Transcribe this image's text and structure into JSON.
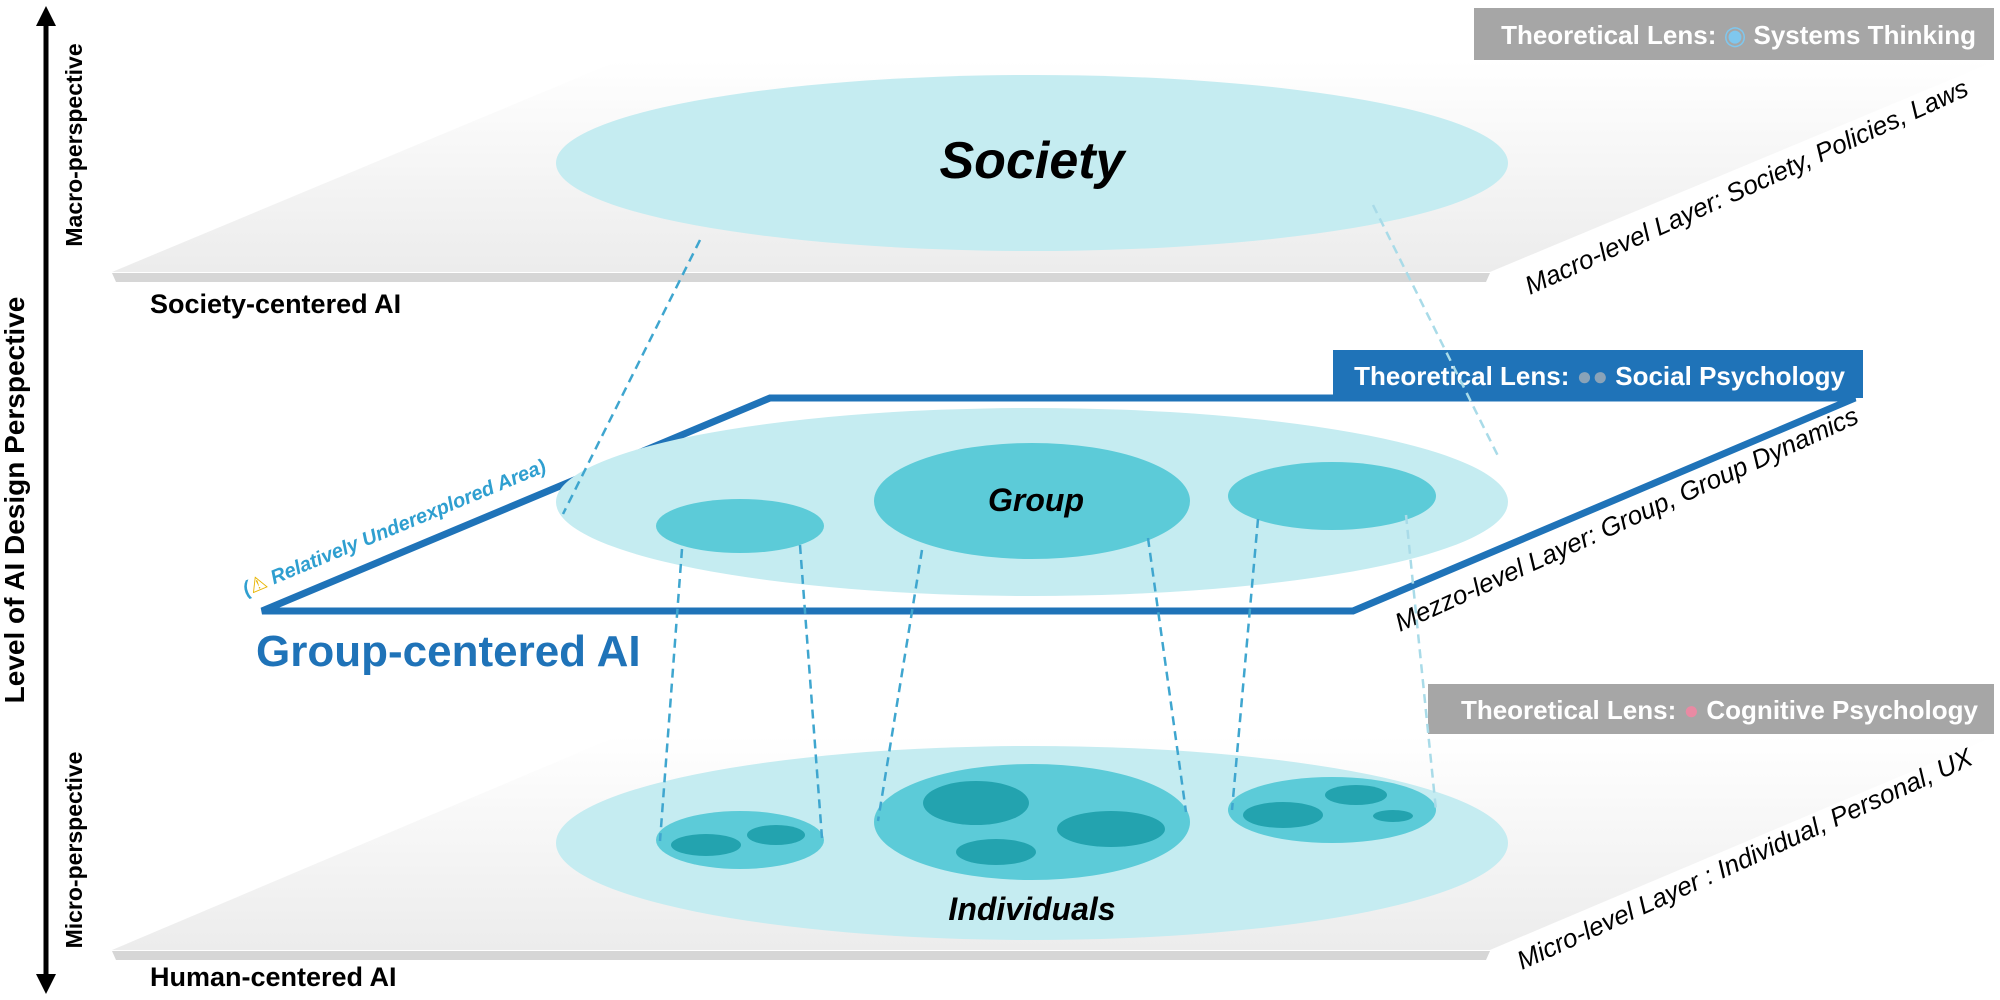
{
  "axis": {
    "title": "Level of AI Design Perspective",
    "macro_label": "Macro-perspective",
    "micro_label": "Micro-perspective"
  },
  "layers": {
    "macro": {
      "ellipse_label": "Society",
      "plane_label": "Society-centered AI",
      "side_label": "Macro-level Layer: Society, Policies, Laws",
      "lens_prefix": "Theoretical Lens: ",
      "lens_icon": "globe-icon",
      "lens_name": "Systems Thinking"
    },
    "mezzo": {
      "ellipse_label": "Group",
      "plane_label": "Group-centered AI",
      "side_label": "Mezzo-level Layer: Group, Group Dynamics",
      "lens_prefix": "Theoretical Lens: ",
      "lens_icon": "people-icon",
      "lens_name": "Social Psychology",
      "note": "Relatively Underexplored Area)",
      "note_open": "(",
      "note_icon": "warning-icon"
    },
    "micro": {
      "ellipse_label": "Individuals",
      "plane_label": "Human-centered AI",
      "side_label": "Micro-level Layer : Individual, Personal, UX",
      "lens_prefix": "Theoretical Lens: ",
      "lens_icon": "brain-icon",
      "lens_name": "Cognitive Psychology"
    }
  },
  "colors": {
    "plane_fill": "#f4f4f4",
    "plane_shadow": "#cfcfcf",
    "light_ellipse": "#c5ecf1",
    "mid_ellipse": "#5ccbd8",
    "dark_ellipse": "#23a3af",
    "accent_blue": "#1f73b8",
    "lens_gray": "#a6a6a6",
    "dashed": "#3fa6cf"
  }
}
